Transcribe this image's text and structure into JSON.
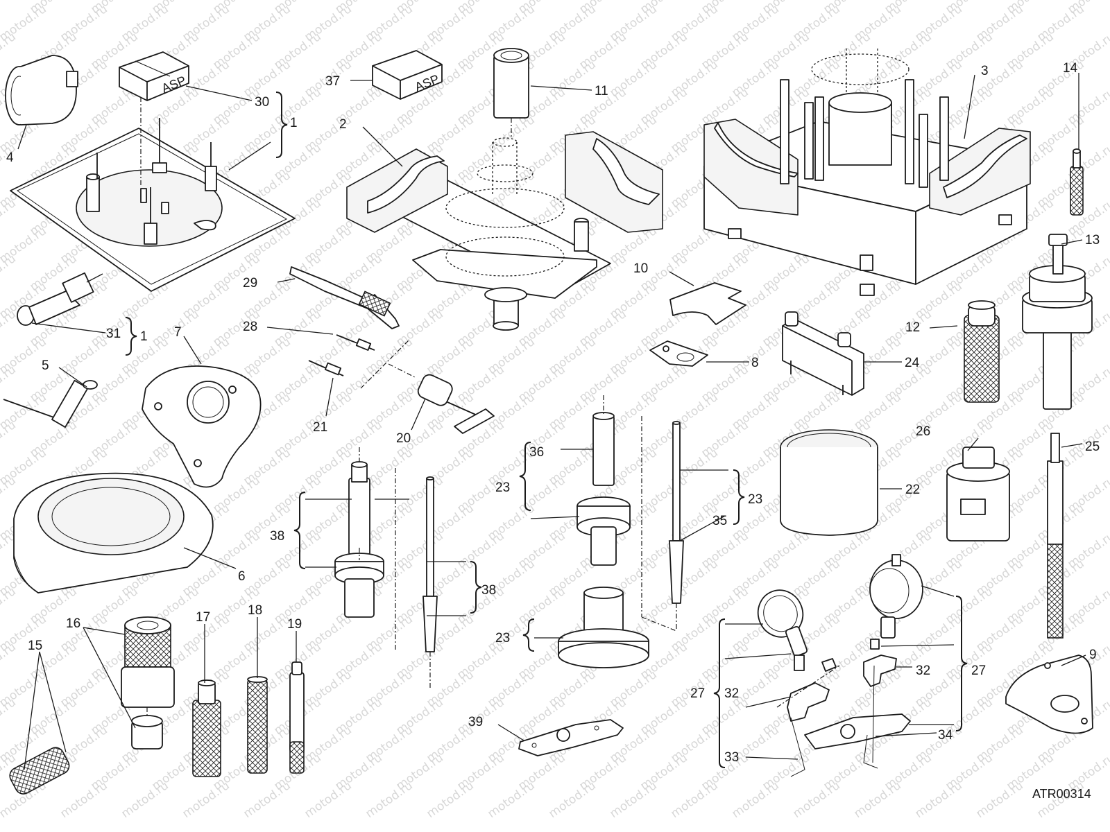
{
  "watermark": "motod.ru",
  "drawing_code": "ATR00314",
  "labels": {
    "l1a": "1",
    "l1b": "1",
    "l2": "2",
    "l3": "3",
    "l4": "4",
    "l5": "5",
    "l6": "6",
    "l7": "7",
    "l8": "8",
    "l9": "9",
    "l10": "10",
    "l11": "11",
    "l12": "12",
    "l13": "13",
    "l14": "14",
    "l15": "15",
    "l16": "16",
    "l17": "17",
    "l18": "18",
    "l19": "19",
    "l20": "20",
    "l21": "21",
    "l22": "22",
    "l23a": "23",
    "l23b": "23",
    "l23c": "23",
    "l24": "24",
    "l25": "25",
    "l26": "26",
    "l27a": "27",
    "l27b": "27",
    "l28": "28",
    "l29": "29",
    "l30": "30",
    "l31": "31",
    "l32a": "32",
    "l32b": "32",
    "l33": "33",
    "l34": "34",
    "l35": "35",
    "l36": "36",
    "l37": "37",
    "l38a": "38",
    "l38b": "38",
    "l39": "39"
  },
  "engraving": "ASP"
}
